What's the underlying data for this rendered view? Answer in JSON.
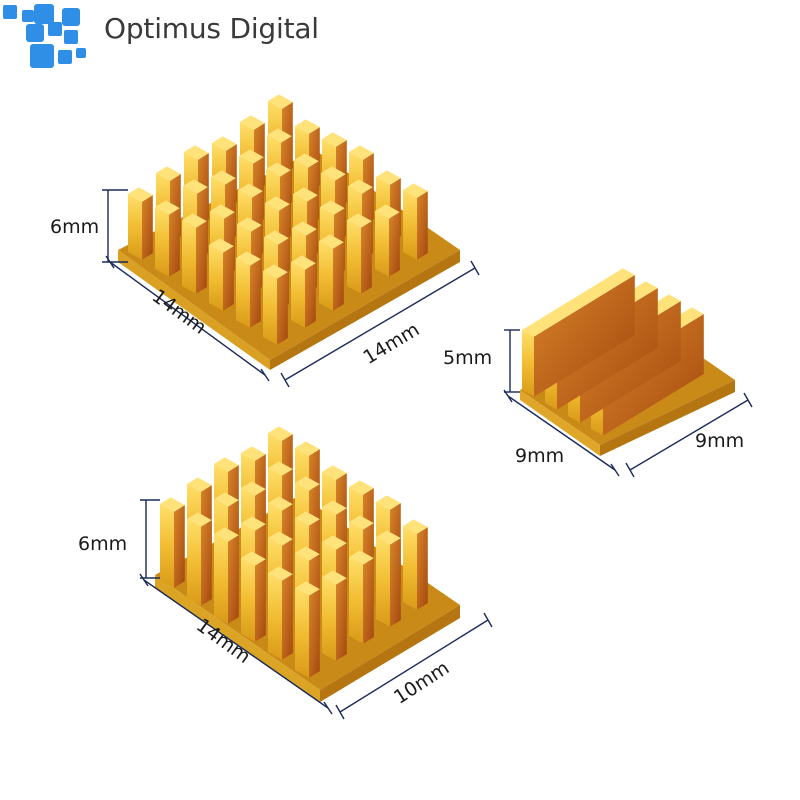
{
  "brand": {
    "name": "Optimus Digital",
    "logo_color": "#2f8ee6",
    "logo_icon": "pixel-squares-logo"
  },
  "colors": {
    "gold_light": "#f7c843",
    "gold_mid": "#e6a91f",
    "gold_dark": "#b97810",
    "copper_inner": "#c0621a"
  },
  "heatsinks": [
    {
      "name": "large-heatsink",
      "height_label": "6mm",
      "width_label": "14mm",
      "depth_label": "14mm"
    },
    {
      "name": "small-heatsink",
      "height_label": "5mm",
      "width_label": "9mm",
      "depth_label": "9mm"
    },
    {
      "name": "medium-heatsink",
      "height_label": "6mm",
      "width_label": "14mm",
      "depth_label": "10mm"
    }
  ]
}
